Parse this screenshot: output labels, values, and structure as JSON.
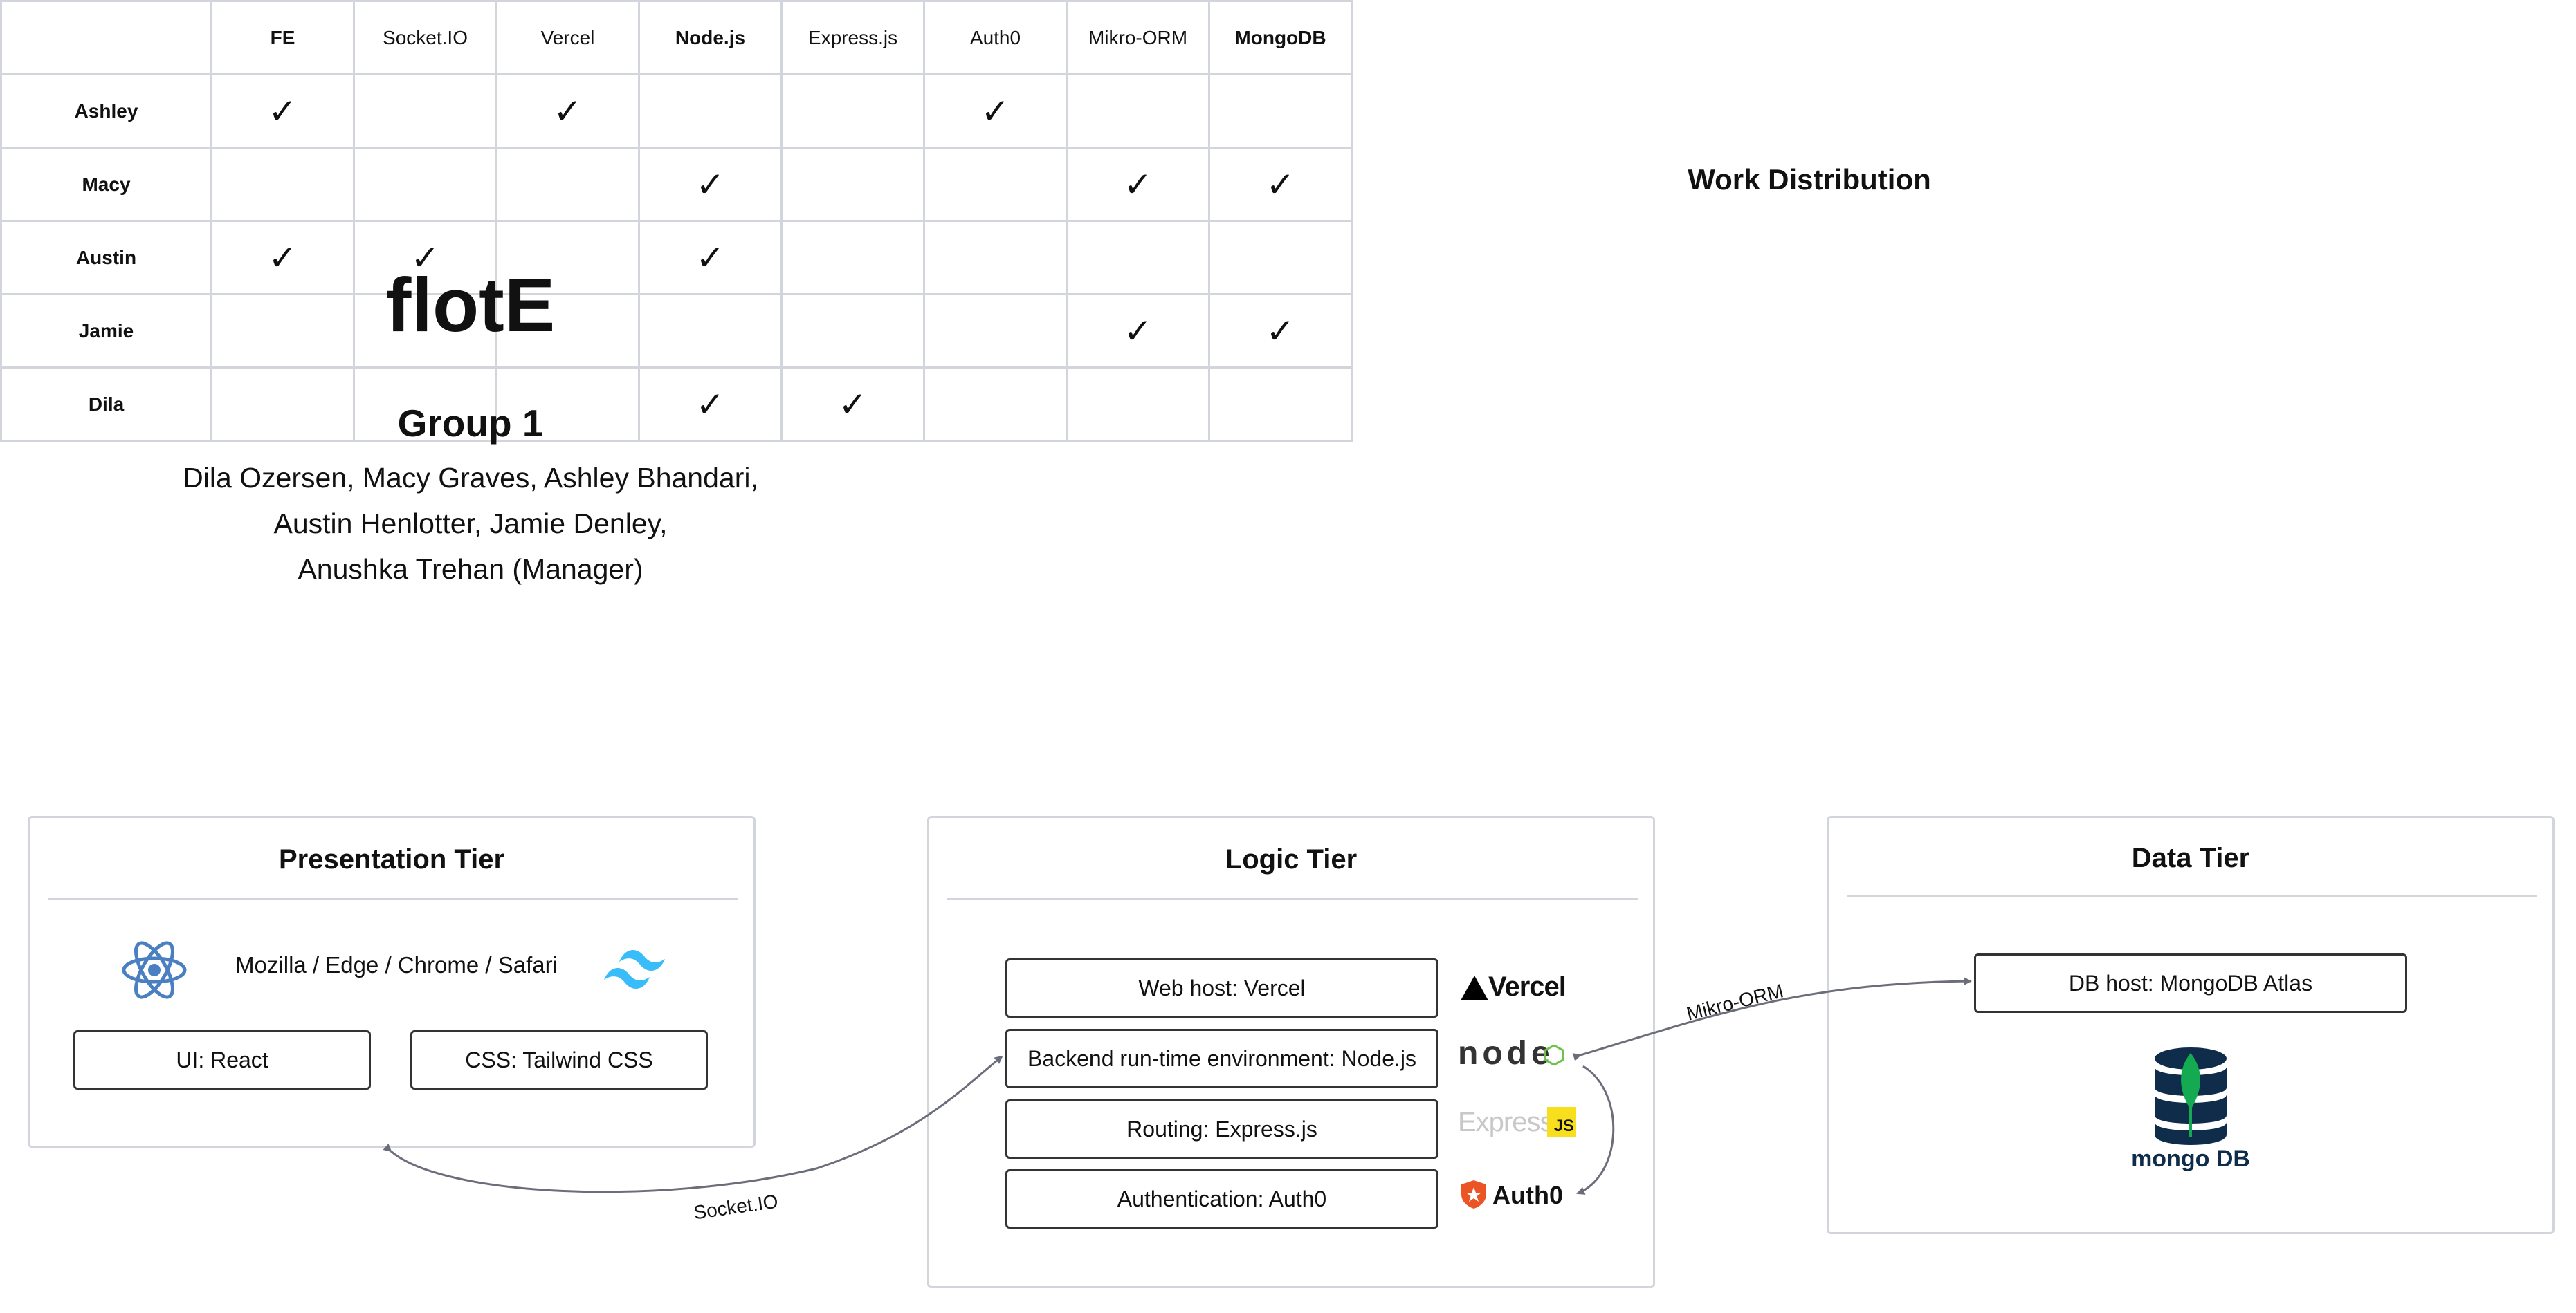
{
  "header": {
    "app_title": "flotE",
    "group": "Group 1",
    "members_lines": [
      "Dila Ozersen, Macy Graves, Ashley Bhandari,",
      "Austin Henlotter, Jamie Denley,",
      "Anushka Trehan (Manager)"
    ]
  },
  "work_distribution": {
    "title": "Work Distribution",
    "columns": [
      {
        "label": "FE",
        "bold": true
      },
      {
        "label": "Socket.IO",
        "bold": false
      },
      {
        "label": "Vercel",
        "bold": false
      },
      {
        "label": "Node.js",
        "bold": true
      },
      {
        "label": "Express.js",
        "bold": false
      },
      {
        "label": "Auth0",
        "bold": false
      },
      {
        "label": "Mikro-ORM",
        "bold": false
      },
      {
        "label": "MongoDB",
        "bold": true
      }
    ],
    "check_symbol": "✓",
    "rows": [
      {
        "name": "Ashley",
        "checks": [
          true,
          false,
          true,
          false,
          false,
          true,
          false,
          false
        ]
      },
      {
        "name": "Macy",
        "checks": [
          false,
          false,
          false,
          true,
          false,
          false,
          true,
          true
        ]
      },
      {
        "name": "Austin",
        "checks": [
          true,
          true,
          false,
          true,
          false,
          false,
          false,
          false
        ]
      },
      {
        "name": "Jamie",
        "checks": [
          false,
          false,
          false,
          false,
          false,
          false,
          true,
          true
        ]
      },
      {
        "name": "Dila",
        "checks": [
          false,
          false,
          false,
          true,
          true,
          false,
          false,
          false
        ]
      }
    ]
  },
  "presentation_tier": {
    "title": "Presentation Tier",
    "browsers": "Mozilla / Edge / Chrome / Safari",
    "ui": "UI: React",
    "css": "CSS: Tailwind CSS"
  },
  "logic_tier": {
    "title": "Logic Tier",
    "web_host": "Web host: Vercel",
    "runtime": "Backend run-time environment: Node.js",
    "routing": "Routing: Express.js",
    "auth": "Authentication: Auth0",
    "logos": {
      "vercel": "Vercel",
      "node": "node",
      "express": "Express",
      "express_badge": "JS",
      "auth0": "Auth0"
    }
  },
  "data_tier": {
    "title": "Data Tier",
    "db_host": "DB host: MongoDB Atlas",
    "mongo_logo": "mongo DB"
  },
  "edges": {
    "socketio": "Socket.IO",
    "mikroorm": "Mikro-ORM"
  },
  "colors": {
    "border": "#d2d6dc",
    "arrow": "#6b6e7a",
    "react": "#4a7fc1",
    "tailwind": "#38bdf8",
    "node_green": "#6cc24a",
    "express_yellow": "#f7df1e",
    "auth0_orange": "#eb5424",
    "mongo_navy": "#0f2d4a",
    "mongo_leaf": "#13aa52"
  }
}
